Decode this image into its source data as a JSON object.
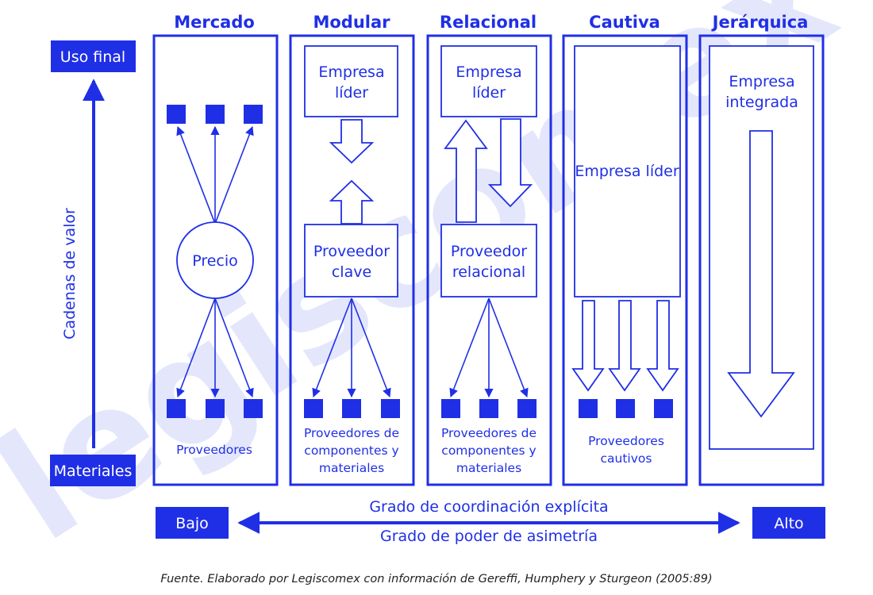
{
  "colors": {
    "primary": "#1f2fe6",
    "watermark_blue": "#e4e7fb",
    "watermark_yellow": "#fdf1d4",
    "text": "#1f2fe6"
  },
  "watermark": "legiscomex",
  "axis": {
    "top_label": "Uso final",
    "bottom_label": "Materiales",
    "vertical_label": "Cadenas de valor",
    "low_label": "Bajo",
    "high_label": "Alto",
    "top_caption": "Grado de coordinación explícita",
    "bottom_caption": "Grado de poder de asimetría"
  },
  "columns": [
    {
      "header": "Mercado",
      "center_label": "Precio",
      "bottom_label_lines": [
        "Proveedores"
      ]
    },
    {
      "header": "Modular",
      "top_lines": [
        "Empresa",
        "líder"
      ],
      "mid_lines": [
        "Proveedor",
        "clave"
      ],
      "bottom_label_lines": [
        "Proveedores de",
        "componentes y",
        "materiales"
      ]
    },
    {
      "header": "Relacional",
      "top_lines": [
        "Empresa",
        "líder"
      ],
      "mid_lines": [
        "Proveedor",
        "relacional"
      ],
      "bottom_label_lines": [
        "Proveedores de",
        "componentes y",
        "materiales"
      ]
    },
    {
      "header": "Cautiva",
      "top_lines": [
        "Empresa líder"
      ],
      "bottom_label_lines": [
        "Proveedores",
        "cautivos"
      ]
    },
    {
      "header": "Jerárquica",
      "top_lines": [
        "Empresa",
        "integrada"
      ]
    }
  ],
  "footer": "Fuente. Elaborado por Legiscomex con información de Gereffi, Humphery y Sturgeon (2005:89)"
}
